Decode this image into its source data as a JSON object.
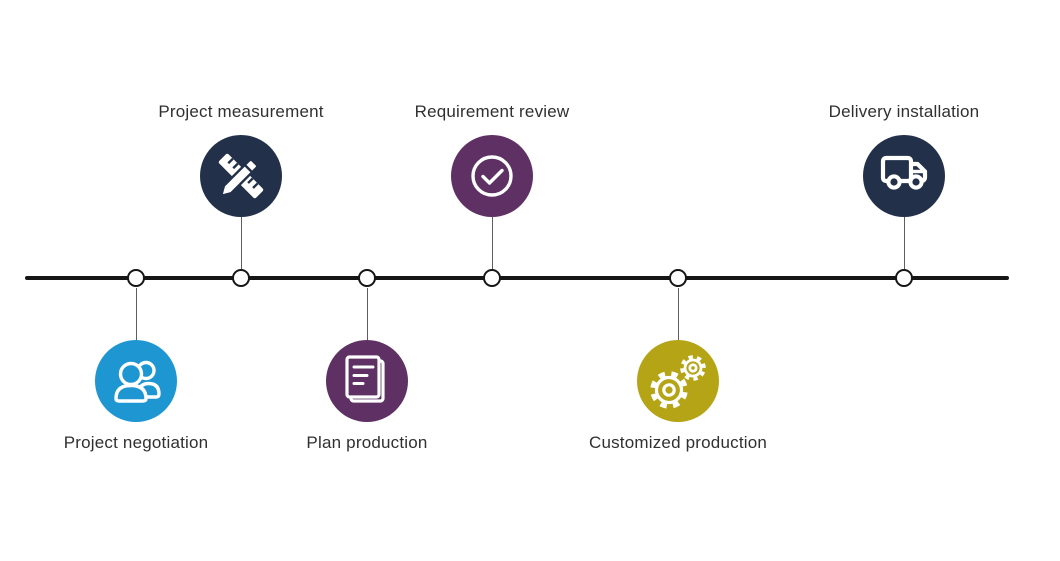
{
  "diagram": {
    "type": "process-timeline",
    "orientation": "horizontal",
    "step_count": 6
  },
  "milestones": [
    {
      "label": "Project negotiation",
      "icon": "users-icon",
      "color": "#1e96d2",
      "side": "below"
    },
    {
      "label": "Project measurement",
      "icon": "ruler-pencil-icon",
      "color": "#22304a",
      "side": "above"
    },
    {
      "label": "Plan production",
      "icon": "document-icon",
      "color": "#5e3064",
      "side": "below"
    },
    {
      "label": "Requirement review",
      "icon": "check-circle-icon",
      "color": "#5e3064",
      "side": "above"
    },
    {
      "label": "Customized production",
      "icon": "gears-icon",
      "color": "#b5a416",
      "side": "below"
    },
    {
      "label": "Delivery installation",
      "icon": "truck-icon",
      "color": "#22304a",
      "side": "above"
    }
  ],
  "colors": {
    "background": "#ffffff",
    "timeline_line": "#161616",
    "node_fill": "#ffffff",
    "node_border": "#161616",
    "connector_line": "#5f5f5f",
    "label_text": "#303030",
    "icon_stroke": "#ffffff"
  }
}
